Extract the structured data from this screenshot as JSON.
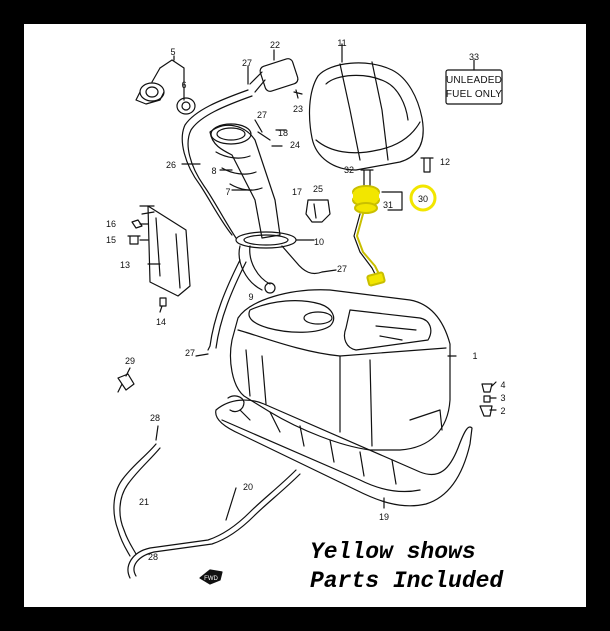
{
  "figure": {
    "caption_line1": "Yellow shows",
    "caption_line2": "Parts Included",
    "label_box_line1": "UNLEADED",
    "label_box_line2": "FUEL ONLY",
    "highlight_color": "#f2e600",
    "arrow_text": "FWD"
  },
  "callouts": {
    "c5": "5",
    "c6": "6",
    "c22": "22",
    "c11": "11",
    "c33": "33",
    "c27a": "27",
    "c27b": "27",
    "c27c": "27",
    "c27d": "27",
    "c23": "23",
    "c18": "18",
    "c24": "24",
    "c26": "26",
    "c8": "8",
    "c7": "7",
    "c17": "17",
    "c32": "32",
    "c12": "12",
    "c30": "30",
    "c31": "31",
    "c25": "25",
    "c16": "16",
    "c15": "15",
    "c10": "10",
    "c13": "13",
    "c9": "9",
    "c14": "14",
    "c1": "1",
    "c29": "29",
    "c4": "4",
    "c3": "3",
    "c2": "2",
    "c28a": "28",
    "c28b": "28",
    "c21": "21",
    "c20": "20",
    "c19": "19"
  }
}
